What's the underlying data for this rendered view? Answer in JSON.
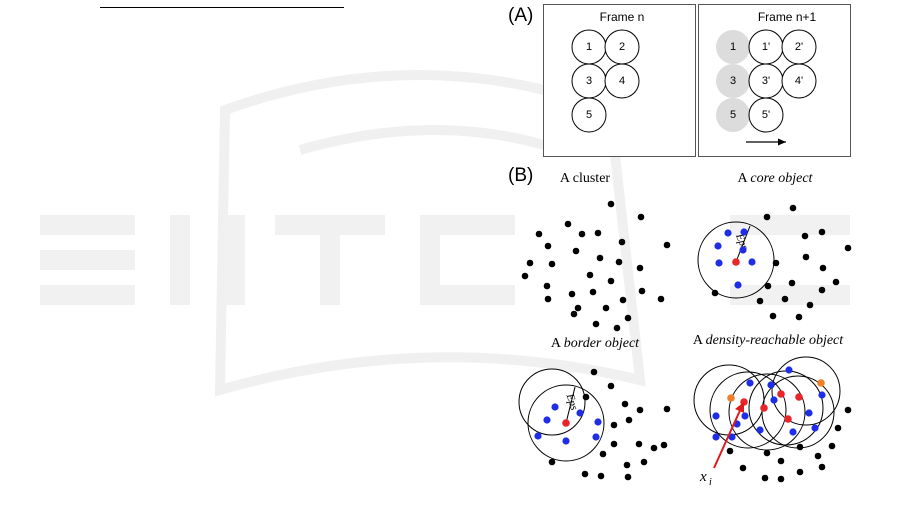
{
  "panel_a": {
    "label": "(A)",
    "frame_n": {
      "title": "Frame n",
      "circles": [
        "1",
        "2",
        "3",
        "4",
        "5"
      ]
    },
    "frame_n1": {
      "title": "Frame n+1",
      "ghost_circles": [
        "1",
        "3",
        "5"
      ],
      "circles": [
        "1'",
        "2'",
        "3'",
        "4'",
        "5'"
      ]
    }
  },
  "panel_b": {
    "label": "(B)",
    "captions": {
      "cluster": "A cluster",
      "core_prefix": "A ",
      "core_em": "core object",
      "border_prefix": "A ",
      "border_em": "border object",
      "density_prefix": "A ",
      "density_em": "density-reachable object"
    },
    "eps_label": "Eps",
    "x_label": "x",
    "x_subscript": "i"
  },
  "colors": {
    "core_point": "#e8262a",
    "neighbor_point": "#1f2ee6",
    "outlier_point": "#f07f2a",
    "noise_point": "#000000",
    "ghost_circle": "#dcdcdc",
    "arrow_red": "#e01a1a"
  }
}
